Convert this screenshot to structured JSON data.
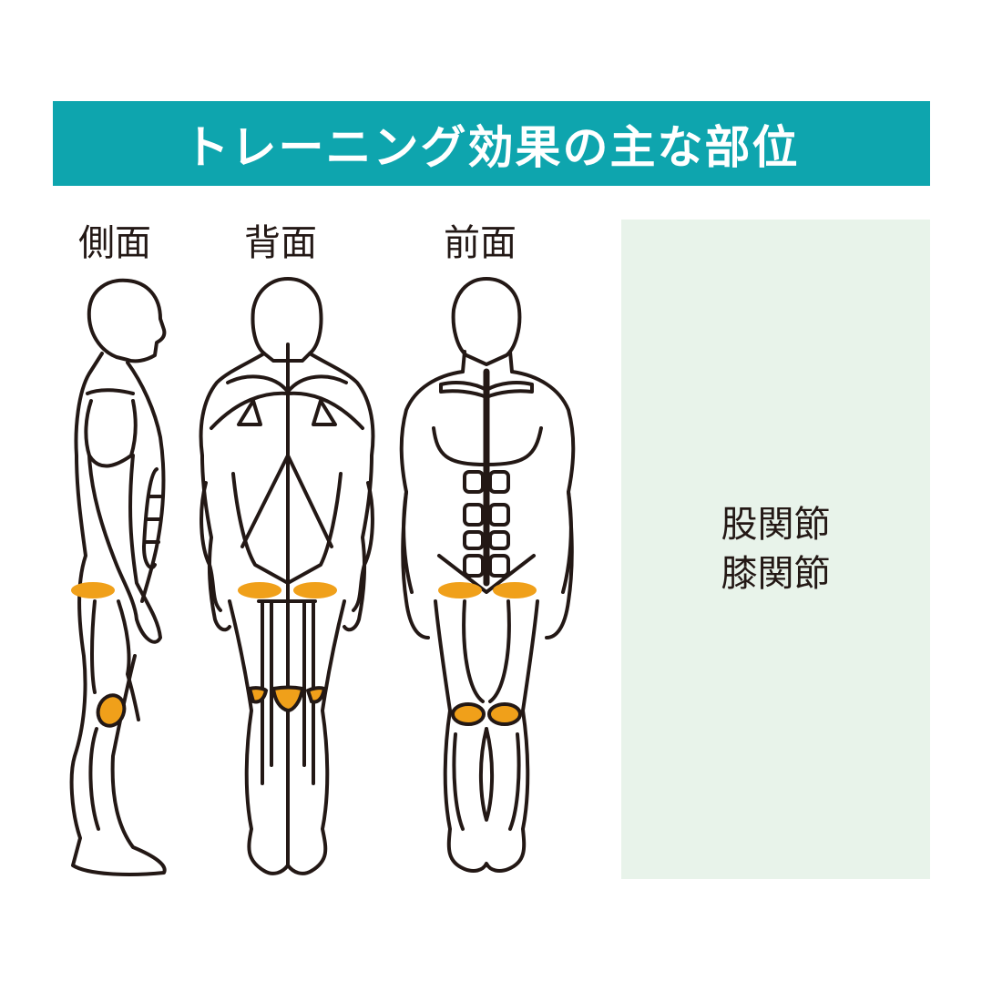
{
  "banner": {
    "title": "トレーニング効果の主な部位"
  },
  "views": [
    {
      "label": "側面"
    },
    {
      "label": "背面"
    },
    {
      "label": "前面"
    }
  ],
  "target_panel": {
    "lines": [
      "股関節",
      "膝関節"
    ]
  },
  "colors": {
    "banner": "#0ea5ae",
    "highlight": "#f0a01a",
    "panel": "#e8f3ea",
    "outline": "#231815"
  },
  "highlights": {
    "side": [
      "hip",
      "knee"
    ],
    "back": [
      "hip-left",
      "hip-right",
      "knee-left",
      "knee-center",
      "knee-right"
    ],
    "front": [
      "hip-left",
      "hip-right",
      "knee-left",
      "knee-right"
    ]
  }
}
